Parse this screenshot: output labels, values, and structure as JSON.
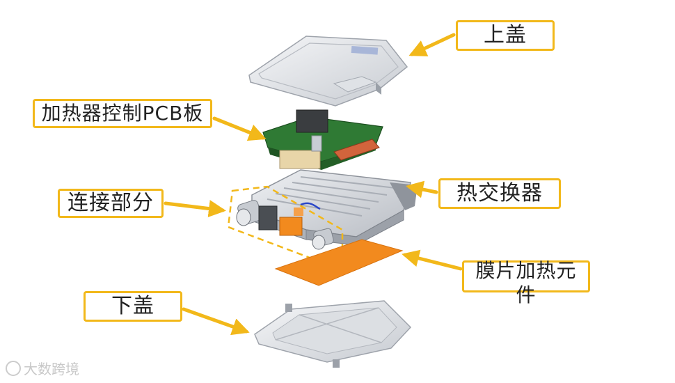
{
  "labels": {
    "top_cover": "上盖",
    "pcb": "加热器控制PCB板",
    "heat_exchanger": "热交换器",
    "connector": "连接部分",
    "film_heater": "膜片加热元件",
    "bottom_cover": "下盖"
  },
  "watermark": {
    "text": "大数跨境",
    "icon": "brand-logo-icon"
  },
  "colors": {
    "callout_border": "#f2b81a",
    "arrow": "#f2b81a",
    "pcb_green": "#2e7d32",
    "film_orange": "#f28a1e",
    "metal_gray": "#c9ccd1"
  }
}
